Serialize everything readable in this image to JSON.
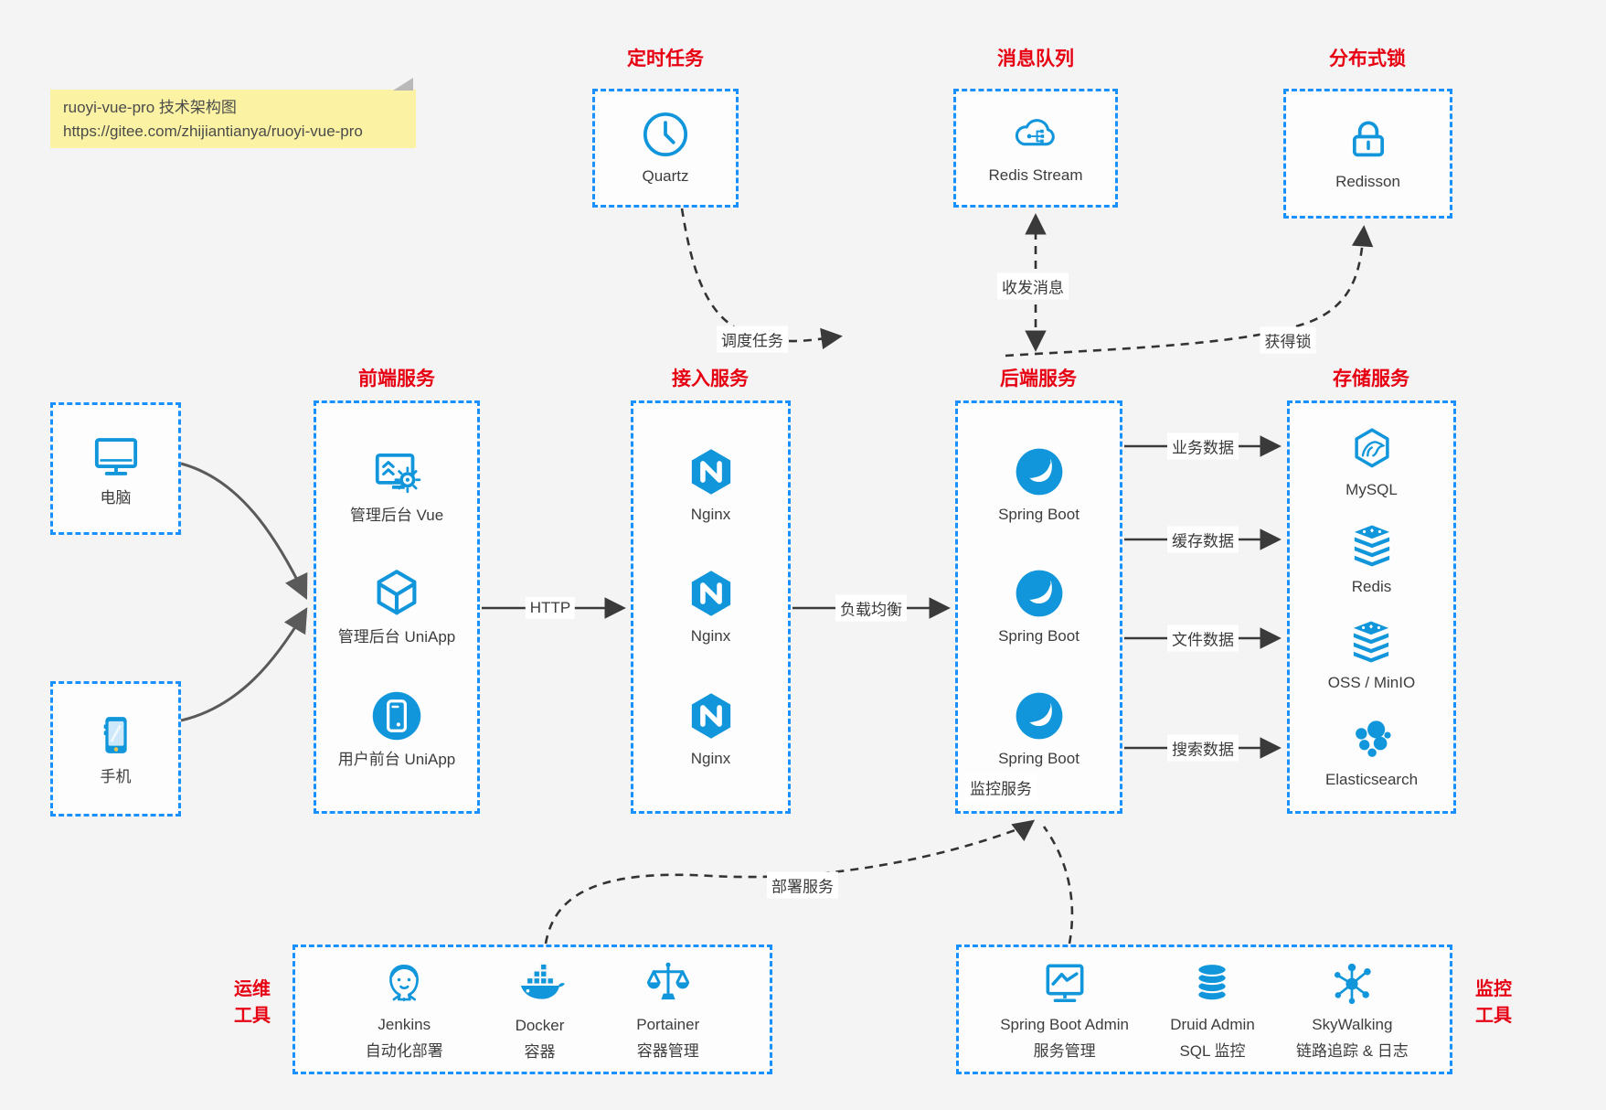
{
  "colors": {
    "accent_blue": "#1890ff",
    "icon_blue": "#1296db",
    "title_red": "#e60012",
    "note_bg": "#fbf3a3",
    "arrow_dark": "#3a3a3a",
    "canvas_bg": "#f4f4f5"
  },
  "note": {
    "line1": "ruoyi-vue-pro 技术架构图",
    "line2": "https://gitee.com/zhijiantianya/ruoyi-vue-pro"
  },
  "clients": [
    {
      "label": "电脑",
      "icon": "desktop-icon"
    },
    {
      "label": "手机",
      "icon": "smartphone-icon"
    }
  ],
  "top_groups": [
    {
      "title": "定时任务",
      "items": [
        {
          "label": "Quartz",
          "icon": "clock-icon"
        }
      ]
    },
    {
      "title": "消息队列",
      "items": [
        {
          "label": "Redis Stream",
          "icon": "message-cloud-icon"
        }
      ]
    },
    {
      "title": "分布式锁",
      "items": [
        {
          "label": "Redisson",
          "icon": "lock-icon"
        }
      ]
    }
  ],
  "columns": [
    {
      "title": "前端服务",
      "items": [
        {
          "label": "管理后台 Vue",
          "icon": "admin-vue-icon"
        },
        {
          "label": "管理后台 UniApp",
          "icon": "uniapp-cube-icon"
        },
        {
          "label": "用户前台 UniApp",
          "icon": "uniapp-user-icon"
        }
      ]
    },
    {
      "title": "接入服务",
      "items": [
        {
          "label": "Nginx",
          "icon": "nginx-icon"
        },
        {
          "label": "Nginx",
          "icon": "nginx-icon"
        },
        {
          "label": "Nginx",
          "icon": "nginx-icon"
        }
      ]
    },
    {
      "title": "后端服务",
      "items": [
        {
          "label": "Spring Boot",
          "icon": "spring-boot-icon"
        },
        {
          "label": "Spring Boot",
          "icon": "spring-boot-icon"
        },
        {
          "label": "Spring Boot",
          "icon": "spring-boot-icon"
        }
      ]
    },
    {
      "title": "存储服务",
      "items": [
        {
          "label": "MySQL",
          "icon": "mysql-icon"
        },
        {
          "label": "Redis",
          "icon": "redis-icon"
        },
        {
          "label": "OSS / MinIO",
          "icon": "oss-minio-icon"
        },
        {
          "label": "Elasticsearch",
          "icon": "elasticsearch-icon"
        }
      ]
    }
  ],
  "bottom_groups": [
    {
      "side_label": [
        "运维",
        "工具"
      ],
      "items": [
        {
          "label": "Jenkins",
          "sublabel": "自动化部署",
          "icon": "jenkins-icon"
        },
        {
          "label": "Docker",
          "sublabel": "容器",
          "icon": "docker-icon"
        },
        {
          "label": "Portainer",
          "sublabel": "容器管理",
          "icon": "portainer-icon"
        }
      ]
    },
    {
      "side_label": [
        "监控",
        "工具"
      ],
      "items": [
        {
          "label": "Spring Boot Admin",
          "sublabel": "服务管理",
          "icon": "spring-boot-admin-icon"
        },
        {
          "label": "Druid Admin",
          "sublabel": "SQL 监控",
          "icon": "druid-icon"
        },
        {
          "label": "SkyWalking",
          "sublabel": "链路追踪 & 日志",
          "icon": "skywalking-icon"
        }
      ]
    }
  ],
  "edges": {
    "http": "HTTP",
    "load_balance": "负载均衡",
    "schedule": "调度任务",
    "messaging": "收发消息",
    "lock": "获得锁",
    "business": "业务数据",
    "cache": "缓存数据",
    "file": "文件数据",
    "search": "搜索数据",
    "deploy": "部署服务",
    "monitor": "监控服务"
  }
}
